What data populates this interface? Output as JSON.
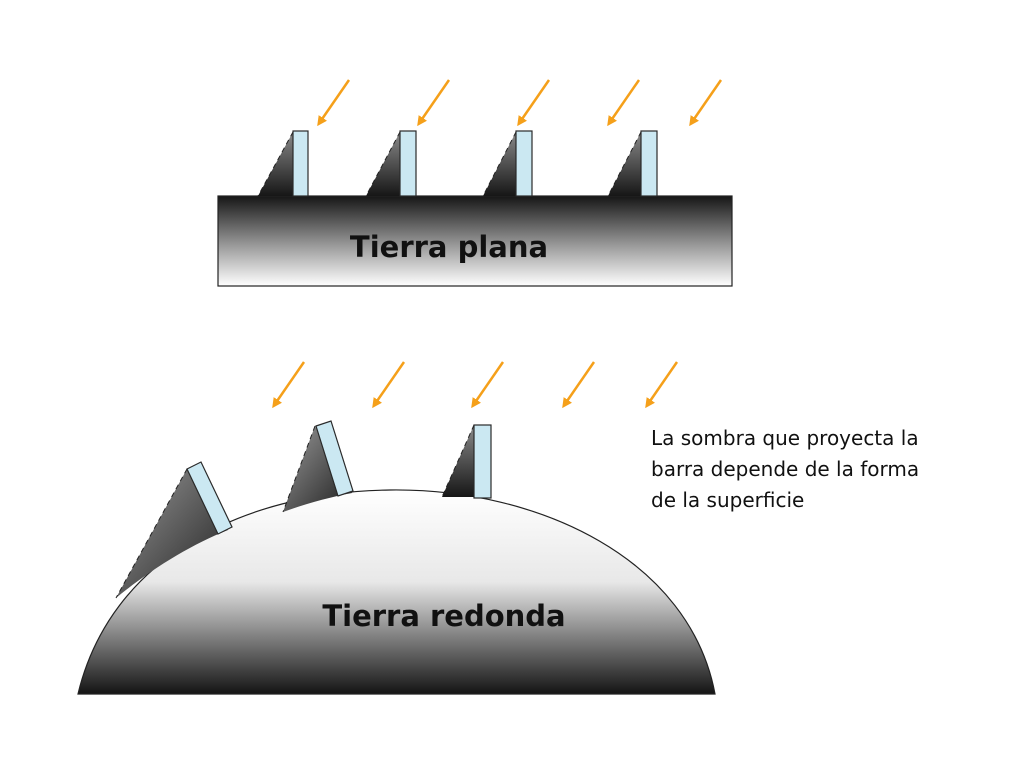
{
  "flat_earth": {
    "label": "Tierra plana"
  },
  "round_earth": {
    "label": "Tierra redonda"
  },
  "caption": {
    "lines": [
      "La sombra que proyecta la",
      "barra depende de la forma",
      "de la superficie"
    ]
  },
  "colors": {
    "sun_ray": "#f5a01a",
    "bar_fill": "#cbe8f2",
    "bar_stroke": "#2a2a2a",
    "shadow_dark": "#111111",
    "surface_light": "#ffffff"
  }
}
